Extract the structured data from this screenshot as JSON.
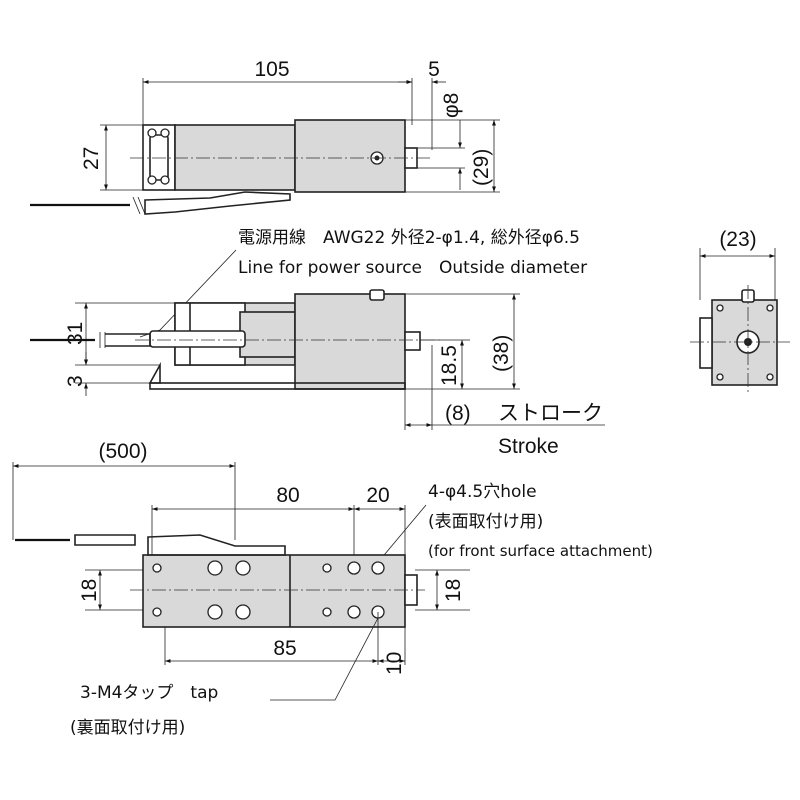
{
  "top_view": {
    "length": "105",
    "tail_len": "5",
    "pin_dia": "φ8",
    "height": "27",
    "height_ref": "(29)"
  },
  "side_view": {
    "wire_note_jp": "電源用線　AWG22 外径2-φ1.4, 総外径φ6.5",
    "wire_note_en": "Line for power source　Outside diameter",
    "upper_height": "31",
    "lower_height": "3",
    "pin_height": "18.5",
    "total_height": "(38)",
    "stroke_value": "(8)",
    "stroke_jp": "ストローク",
    "stroke_en": "Stroke"
  },
  "end_view": {
    "width": "(23)"
  },
  "bottom_view": {
    "wire_length": "(500)",
    "hole_pitch": "80",
    "hole_offset": "20",
    "hole_note": "4-φ4.5穴hole",
    "hole_note_jp": "(表面取付け用)",
    "hole_note_en": "(for front surface attachment)",
    "left_height": "18",
    "right_height": "18",
    "tap_pitch": "85",
    "tap_offset": "10",
    "tap_note": "3-M4タップ　tap",
    "tap_note_jp": "(裏面取付け用)"
  }
}
